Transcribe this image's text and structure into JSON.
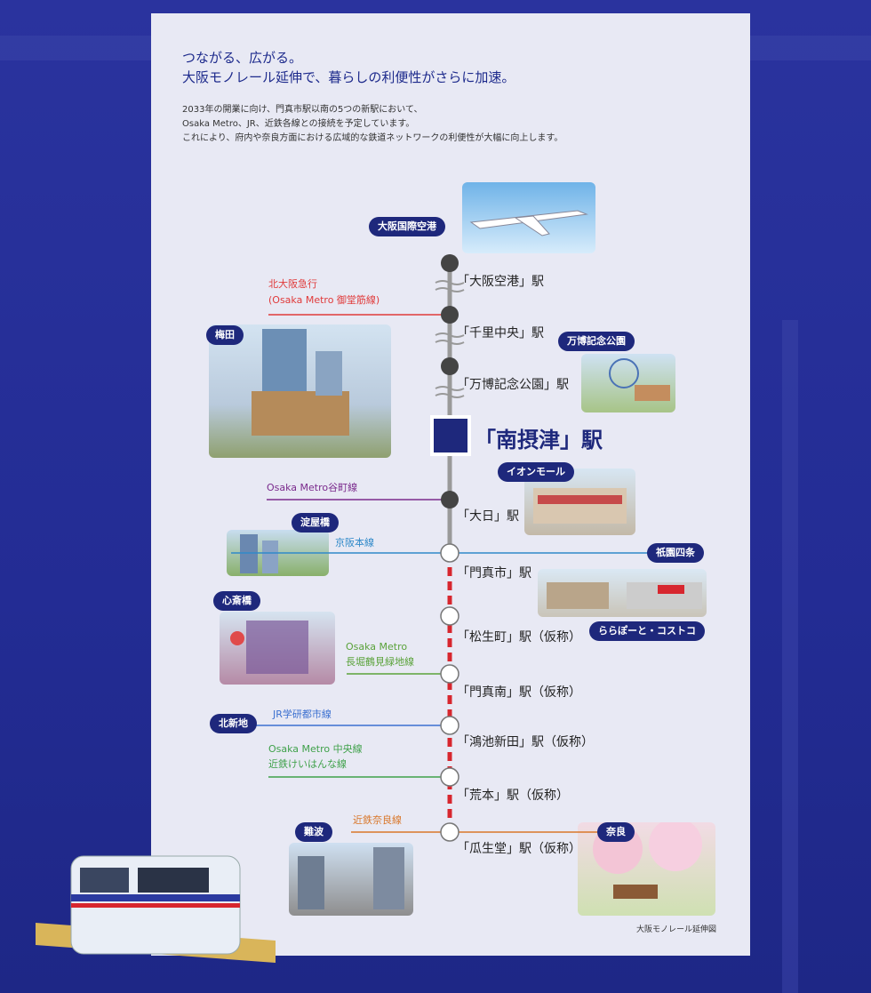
{
  "headline": [
    "つながる、広がる。",
    "大阪モノレール延伸で、暮らしの利便性がさらに加速。"
  ],
  "body": [
    "2033年の開業に向け、門真市駅以南の5つの新駅において、",
    "Osaka Metro、JR、近鉄各線との接続を予定しています。",
    "これにより、府内や奈良方面における広域的な鉄道ネットワークの利便性が大幅に向上します。"
  ],
  "stations": [
    "「大阪空港」駅",
    "「千里中央」駅",
    "「万博記念公園」駅",
    "「南摂津」駅",
    "「大日」駅",
    "「門真市」駅",
    "「松生町」駅（仮称）",
    "「門真南」駅（仮称）",
    "「鴻池新田」駅（仮称）",
    "「荒本」駅（仮称）",
    "「瓜生堂」駅（仮称）"
  ],
  "badges": {
    "kix": "大阪国際空港",
    "umeda": "梅田",
    "expo": "万博記念公園",
    "aeon": "イオンモール",
    "yodoyabashi": "淀屋橋",
    "gion": "祇園四条",
    "shinsaibashi": "心斎橋",
    "lalaport": "ららぽーと・コストコ",
    "kitashinchi": "北新地",
    "namba": "難波",
    "nara": "奈良"
  },
  "lines": {
    "kitakyu": [
      "北大阪急行",
      "(Osaka Metro 御堂筋線)"
    ],
    "tanimachi": "Osaka Metro谷町線",
    "keihan": "京阪本線",
    "nagahori": [
      "Osaka Metro",
      "長堀鶴見緑地線"
    ],
    "jr": "JR学研都市線",
    "chuo": [
      "Osaka Metro 中央線",
      "近鉄けいはんな線"
    ],
    "nara_line": "近鉄奈良線"
  },
  "colors": {
    "accent": "#1e287c",
    "kitakyu": "#e03a3a",
    "tanimachi": "#7a2a8c",
    "keihan": "#2f89c9",
    "nagahori": "#5aa23a",
    "jr": "#3a6fd0",
    "chuo": "#3fa14a",
    "nara_line": "#d9772a",
    "extension": "#d7262e"
  },
  "caption": "大阪モノレール延伸図"
}
